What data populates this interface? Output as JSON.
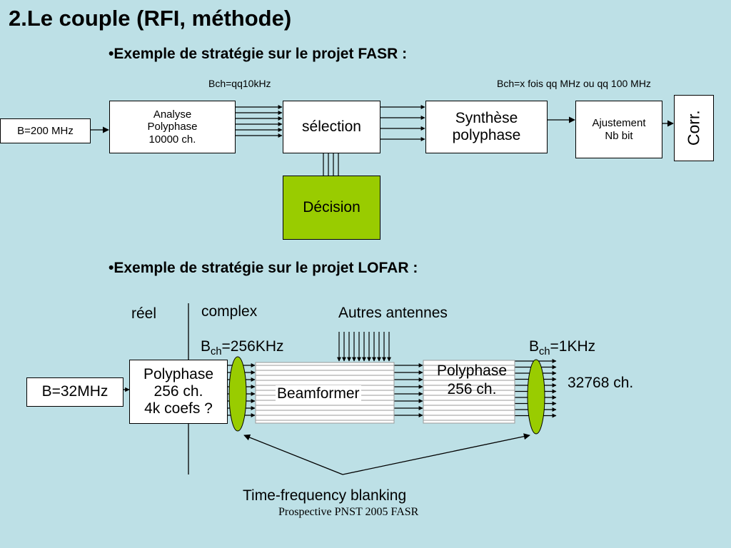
{
  "title": "2.Le couple (RFI, méthode)",
  "colors": {
    "background": "#bde0e6",
    "decision_fill": "#99cc00",
    "ellipse_fill": "#99cc00",
    "box_fill": "#ffffff"
  },
  "fasr": {
    "heading": "Exemple de stratégie sur le projet FASR :",
    "bch_left": "Bch=qq10kHz",
    "bch_right": "Bch=x fois qq MHz ou qq 100 MHz",
    "input": "B=200 MHz",
    "analysis": "Analyse\nPolyphase\n10000 ch.",
    "selection": "sélection",
    "synthesis": "Synthèse\npolyphase",
    "adjust": "Ajustement\nNb bit",
    "corr": "Corr.",
    "decision": "Décision"
  },
  "lofar": {
    "heading": "Exemple de stratégie sur le projet LOFAR :",
    "real": "réel",
    "complex": "complex",
    "other_antennas": "Autres antennes",
    "bch1_prefix": "B",
    "bch1_sub": "ch",
    "bch1_suffix": "=256KHz",
    "bch2_prefix": "B",
    "bch2_sub": "ch",
    "bch2_suffix": "=1KHz",
    "input": "B=32MHz",
    "polyphase1": "Polyphase\n256 ch.\n4k coefs ?",
    "beamformer": "Beamformer",
    "polyphase2": "Polyphase\n256 ch.",
    "channels": "32768 ch.",
    "blanking": "Time-frequency blanking"
  },
  "footer": "Prospective PNST 2005 FASR"
}
